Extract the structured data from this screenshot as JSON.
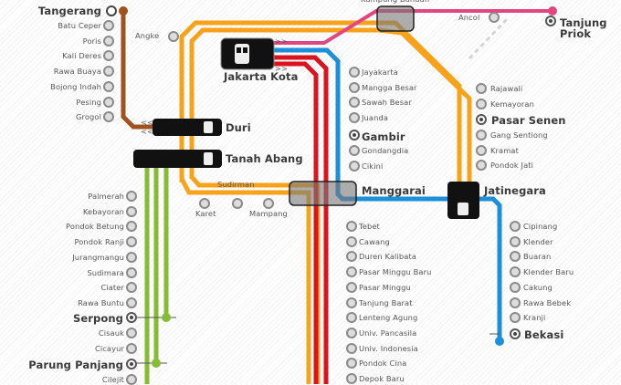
{
  "title": "Jabodetabek Commuter Line Map",
  "lines": {
    "brown": "#a0521d",
    "orange": "#f7a21b",
    "red": "#d9141f",
    "blue": "#1c8fd8",
    "pink": "#e0467f",
    "green": "#86bc33"
  },
  "hubs": {
    "jakarta_kota": "Jakarta Kota",
    "duri": "Duri",
    "tanah_abang": "Tanah Abang",
    "manggarai": "Manggarai",
    "jatinegara": "Jatinegara",
    "kampung_bandan": "Kampung Bandan"
  },
  "termini": {
    "tangerang": "Tangerang",
    "tanjung_priok_1": "Tanjung",
    "tanjung_priok_2": "Priok",
    "serpong": "Serpong",
    "parung_panjang": "Parung Panjang",
    "bekasi": "Bekasi",
    "gambir": "Gambir",
    "pasar_senen": "Pasar Senen"
  },
  "tangerang_line": [
    "Batu Ceper",
    "Poris",
    "Kali Deres",
    "Rawa Buaya",
    "Bojong Indah",
    "Pesing",
    "Grogol"
  ],
  "serpong_line": [
    "Palmerah",
    "Kebayoran",
    "Pondok Betung",
    "Pondok Ranji",
    "Jurangmangu",
    "Sudimara",
    "Ciater",
    "Rawa Buntu"
  ],
  "serpong_line_south": [
    "Cisauk",
    "Cicayur"
  ],
  "serpong_line_end": [
    "Cilejit"
  ],
  "central_line_north": [
    "Jayakarta",
    "Mangga Besar",
    "Sawah Besar",
    "Juanda"
  ],
  "central_line_mid": [
    "Gondangdia",
    "Cikini"
  ],
  "bogor_line": [
    "Tebet",
    "Cawang",
    "Duren Kalibata",
    "Pasar Minggu Baru",
    "Pasar Minggu",
    "Tanjung Barat",
    "Lenteng Agung",
    "Univ. Pancasila",
    "Univ. Indonesia",
    "Pondok Cina",
    "Depok Baru"
  ],
  "loop_east_north": [
    "Rajawali",
    "Kemayoran"
  ],
  "loop_east_south": [
    "Gang Sentiong",
    "Kramat",
    "Pondok Jati"
  ],
  "bekasi_line": [
    "Cipinang",
    "Klender",
    "Buaran",
    "Klender Baru",
    "Cakung",
    "Rawa Bebek",
    "Kranji"
  ],
  "sudirman_segment": {
    "sudirman": "Sudirman",
    "karet": "Karet",
    "mampang": "Mampang"
  },
  "angke": "Angke",
  "ancol": "Ancol",
  "arrow_right": ">>",
  "arrow_left": "<<"
}
